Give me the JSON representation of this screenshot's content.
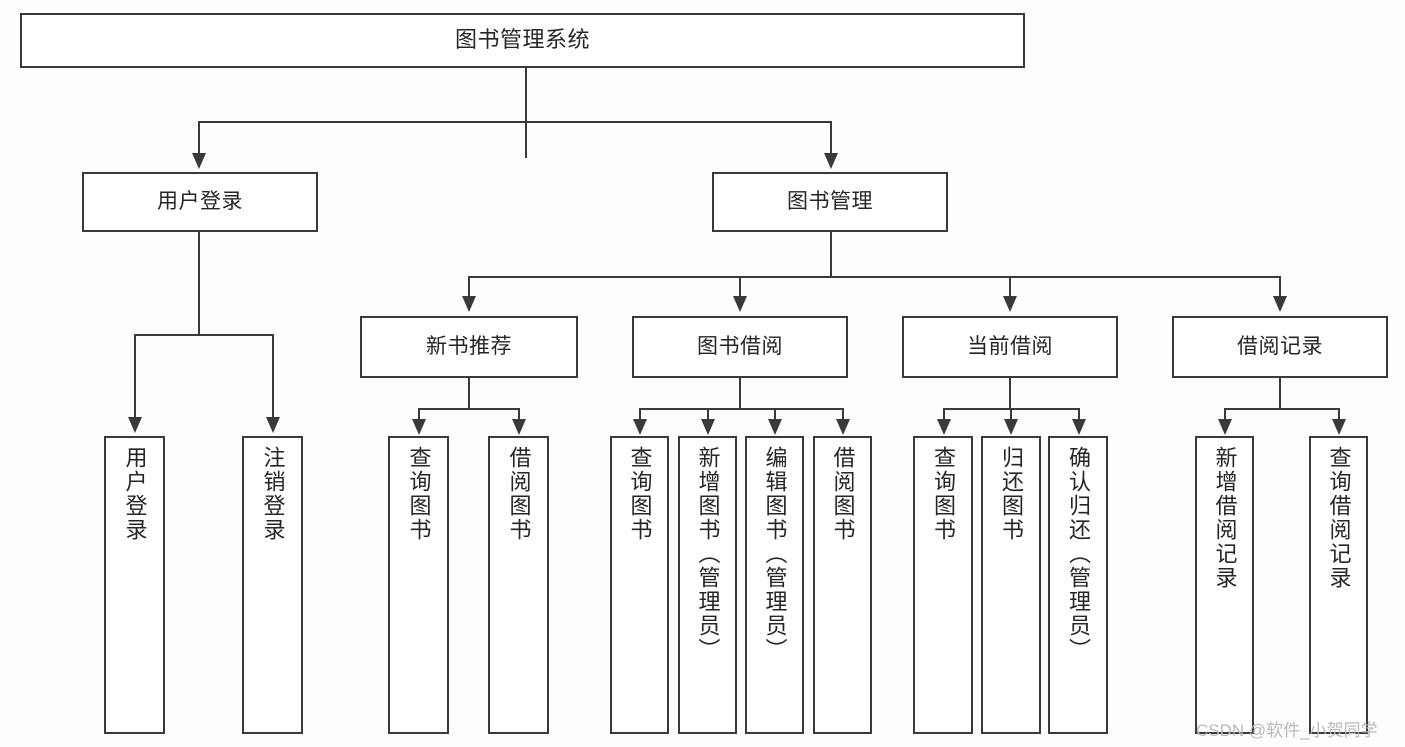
{
  "diagram": {
    "type": "tree-hierarchy",
    "root": {
      "label": "图书管理系统"
    },
    "level2": [
      {
        "label": "用户登录"
      },
      {
        "label": "图书管理"
      }
    ],
    "level3": [
      {
        "label": "新书推荐"
      },
      {
        "label": "图书借阅"
      },
      {
        "label": "当前借阅"
      },
      {
        "label": "借阅记录"
      }
    ],
    "leaves": {
      "user_login": [
        {
          "label": "用户登录"
        },
        {
          "label": "注销登录"
        }
      ],
      "new_book_recommend": [
        {
          "label": "查询图书"
        },
        {
          "label": "借阅图书"
        }
      ],
      "book_borrow": [
        {
          "label": "查询图书"
        },
        {
          "label": "新增图书（管理员）"
        },
        {
          "label": "编辑图书（管理员）"
        },
        {
          "label": "借阅图书"
        }
      ],
      "current_borrow": [
        {
          "label": "查询图书"
        },
        {
          "label": "归还图书"
        },
        {
          "label": "确认归还（管理员）"
        }
      ],
      "borrow_record": [
        {
          "label": "新增借阅记录"
        },
        {
          "label": "查询借阅记录"
        }
      ]
    }
  },
  "watermark": {
    "text": "CSDN @软件_小贺同学"
  },
  "colors": {
    "stroke": "#3a3a3a",
    "box_fill": "#ffffff",
    "text": "#262626",
    "background": "#fdfdfd",
    "watermark": "#b9b9b9"
  }
}
